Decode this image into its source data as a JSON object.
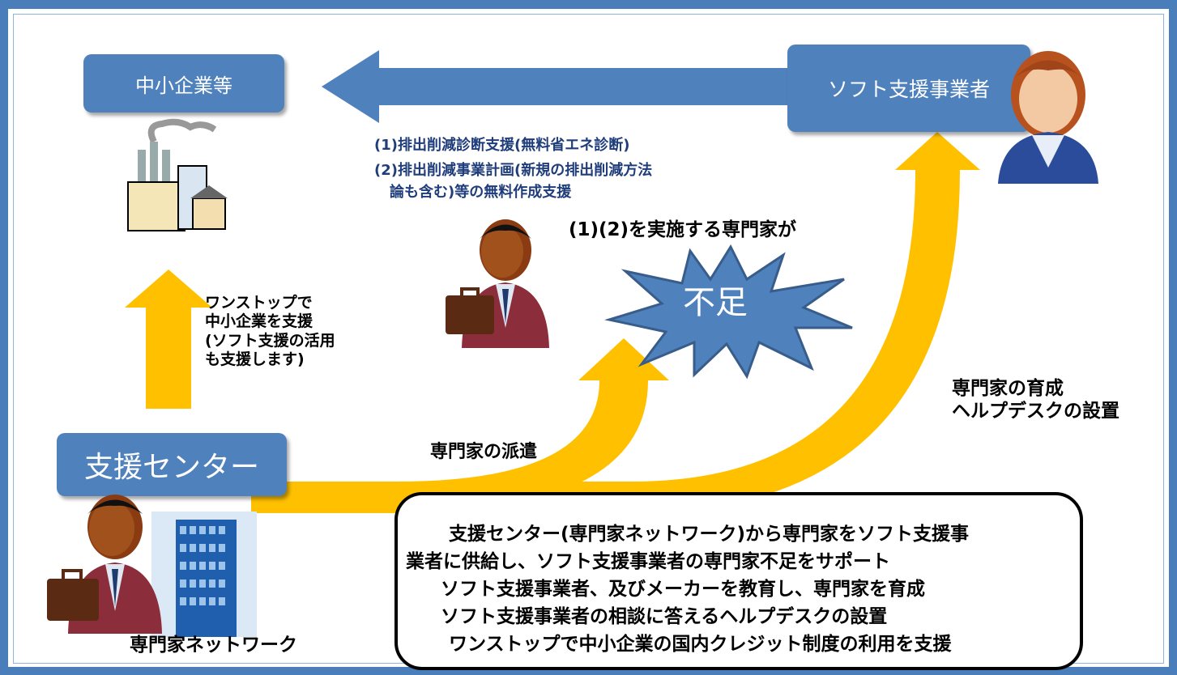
{
  "nodes": {
    "sme": "中小企業等",
    "soft_support": "ソフト支援事業者",
    "support_center": "支援センター",
    "expert_network": "専門家ネットワーク",
    "shortage": "不足"
  },
  "services": {
    "line1": "(1)排出削減診断支援(無料省エネ診断)",
    "line2": "(2)排出削減事業計画(新規の排出削減方法",
    "line3": "論も含む)等の無料作成支援"
  },
  "labels": {
    "experts_for_1_2": "(1)(2)を実施する専門家が",
    "one_stop": "ワンストップで\n中小企業を支援\n(ソフト支援の活用\nも支援します)",
    "dispatch": "専門家の派遣",
    "training_helpdesk": "専門家の育成\nヘルプデスクの設置"
  },
  "summary_box": {
    "line1": "支援センター(専門家ネットワーク)から専門家をソフト支援事",
    "line2": "業者に供給し、ソフト支援事業者の専門家不足をサポート",
    "line3": "ソフト支援事業者、及びメーカーを教育し、専門家を育成",
    "line4": "ソフト支援事業者の相談に答えるヘルプデスクの設置",
    "line5": "ワンストップで中小企業の国内クレジット制度の利用を支援"
  },
  "colors": {
    "frame": "#4a7ebb",
    "box": "#4f81bd",
    "arrow_blue": "#4f81bd",
    "arrow_yellow": "#ffc000",
    "burst": "#4f81bd"
  }
}
